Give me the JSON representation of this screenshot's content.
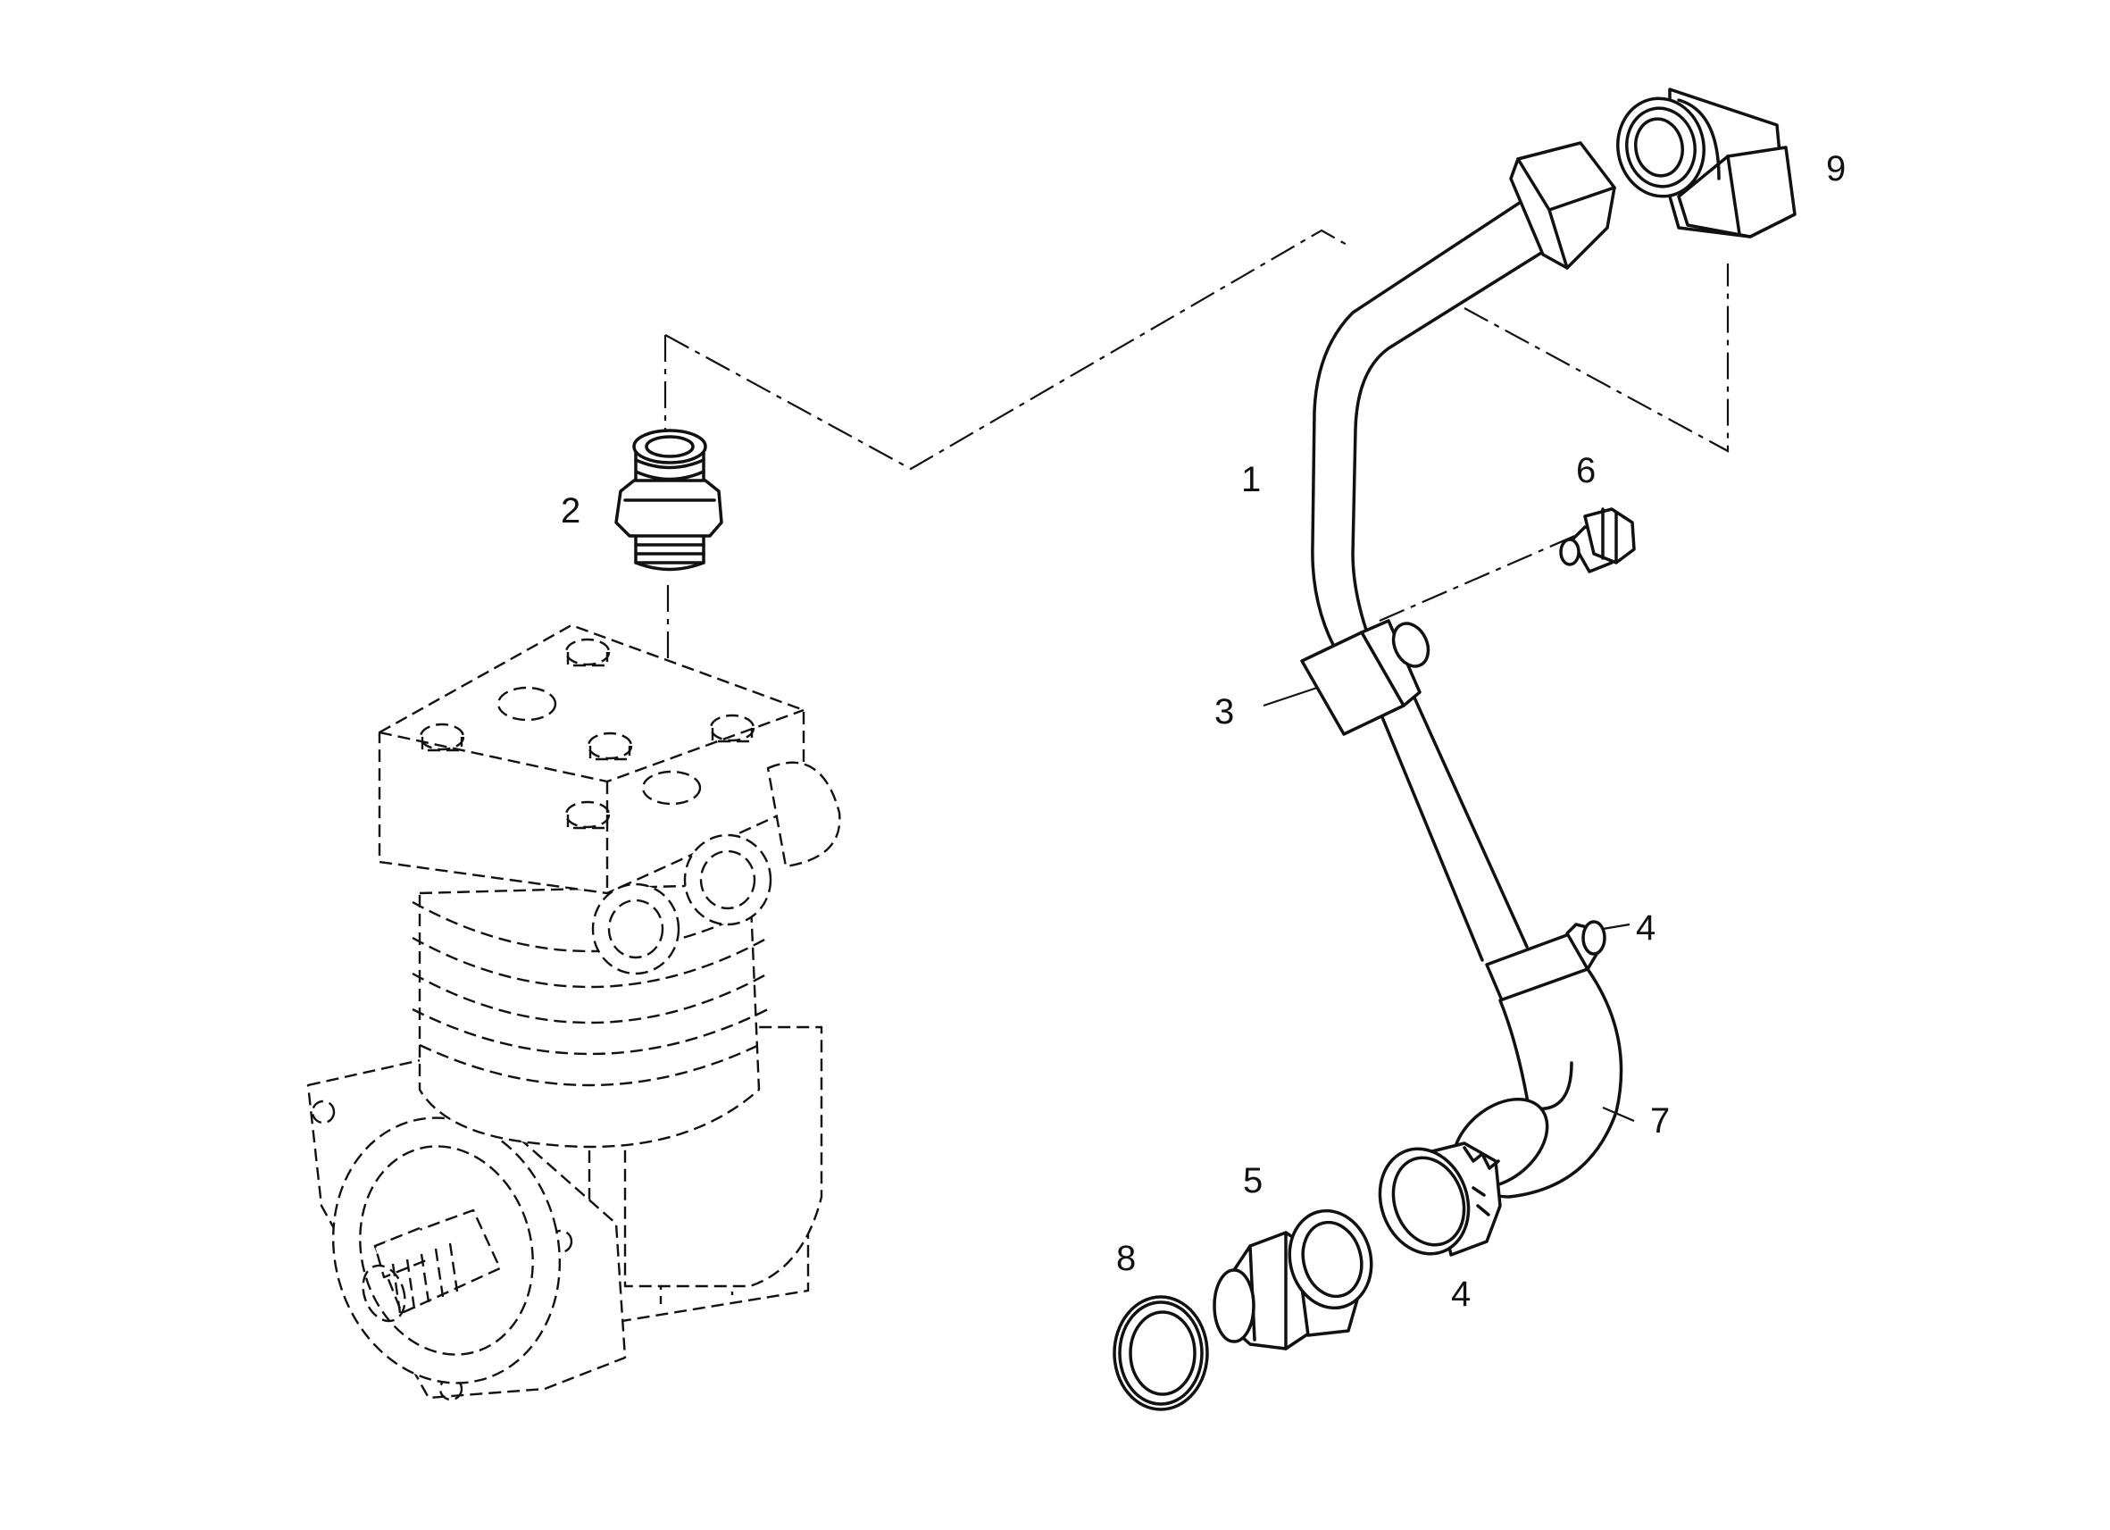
{
  "callouts": {
    "c1": "1",
    "c2": "2",
    "c3": "3",
    "c4a": "4",
    "c4b": "4",
    "c5": "5",
    "c6": "6",
    "c7": "7",
    "c8": "8",
    "c9": "9"
  },
  "colors": {
    "line": "#111111",
    "background": "#ffffff"
  }
}
